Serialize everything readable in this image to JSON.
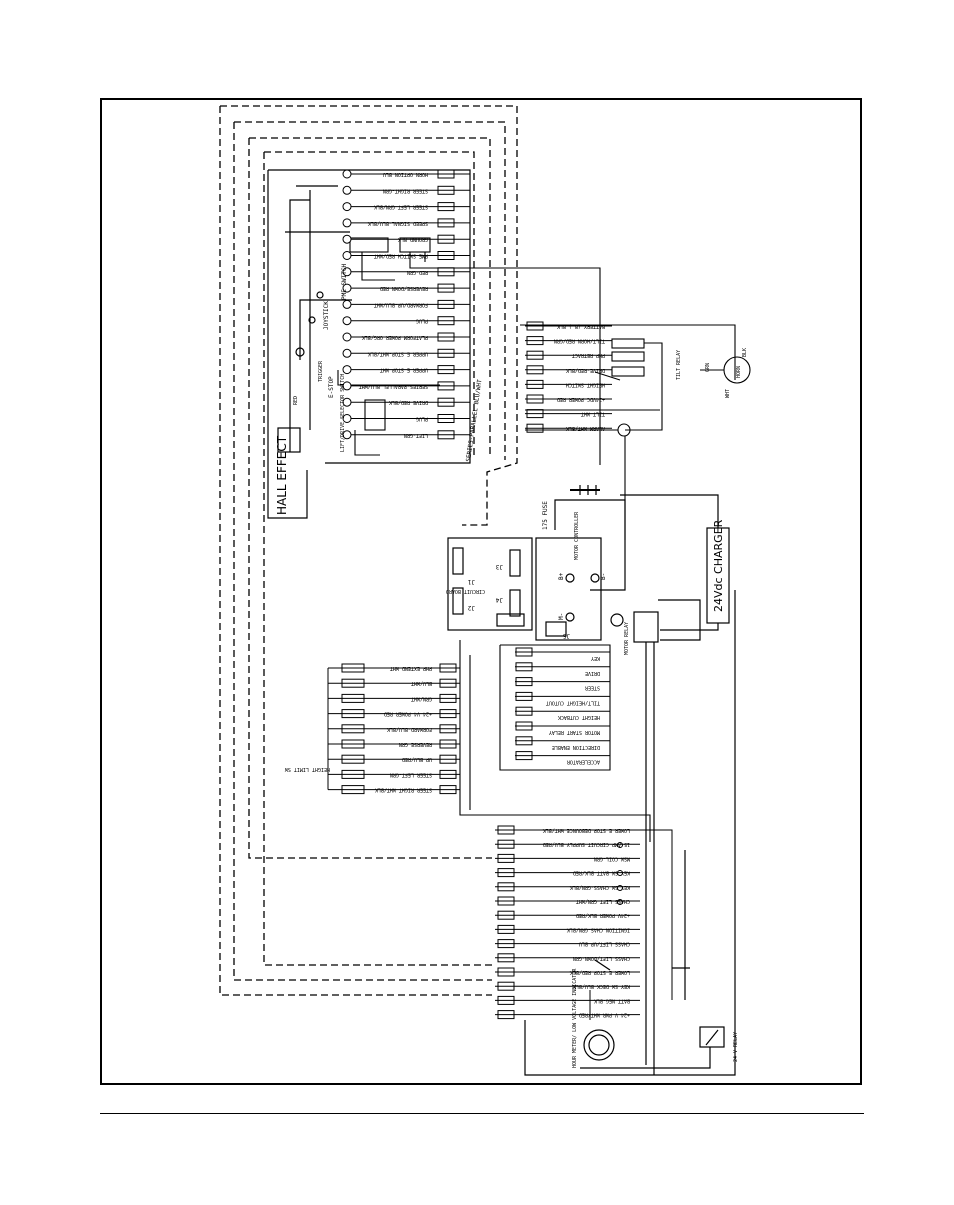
{
  "labels": {
    "hall_effect": "HALL EFFECT",
    "joystick": "JOYSTICK",
    "pme_switch": "PME SWITCH",
    "e_stop": "E-STOP",
    "lift_drive_selector": "LIFT/DRIVE SELECTOR SWITCH",
    "trigger": "TRIGGER",
    "series_parallel": "SERIES-PARALLEL BLU/WHT",
    "circuit_board": "CIRCUIT BOARD",
    "j1": "J1",
    "j2": "J2",
    "j3": "J3",
    "j4": "J4",
    "j5": "J5",
    "fuse_175": "175 FUSE",
    "motor_controller": "MOTOR CONTROLLER",
    "b_plus": "B+",
    "b_minus": "B-",
    "m_minus": "M-",
    "charger": "24Vdc CHARGER",
    "motor_relay": "MOTOR RELAY",
    "tilt_relay": "TILT RELAY",
    "horn": "HORN",
    "blk": "BLK",
    "wht": "WHT",
    "grn": "GRN",
    "red": "RED",
    "relay_24v": "24 V RELAY",
    "low_voltage_indicator": "HOUR METER/ LOW VOLTAGE INDICATOR",
    "height_limit_sw": "HEIGHT LIMIT SW"
  },
  "upper_wires": [
    "HORN OPTION-BLU",
    "STEER RIGHT-GRN",
    "STEER LEFT-GRN/BLK",
    "SPEED SIGNAL-BLU/BLK",
    "GROUND-BLK",
    "PME SWITCH-RED/WHT",
    "RED-GRN",
    "REVERSE/DOWN-RED",
    "FORWARD/UP-BLU/WHT",
    "PLUG",
    "PLATFORM POWER-ORG/BLK",
    "UPPER E STOP-WHT/BLK",
    "UPPER E STOP-WHT",
    "SERIES-PARALLEL BLU/WHT",
    "DRIVE-RED/BLK",
    "PLUG",
    "LIFT-GRN"
  ],
  "right_wires": [
    "BATTERY (B-)-BLK",
    "TILT/HORN RED/GRN",
    "PHP RETRACT",
    "DRIVE-RED/BLK",
    "HEIGHT SWITCH",
    "+24VDC POWER-RED",
    "TILT-WHT",
    "ALARM-WHT/BLK"
  ],
  "board_wires": [
    "KEY",
    "DRIVE",
    "STEER",
    "TILT/HEIGHT CUTOUT",
    "HEIGHT CUTBACK",
    "MOTOR START RELAY",
    "DIRECTION ENABLE",
    "ACCELERATOR"
  ],
  "left_wires": [
    "PHP EXTEND-WHT",
    "BLU/WHT",
    "GRN/WHT",
    "+24 V4 POWER-RED",
    "FORWARD-BLU/BLK",
    "REVERSE-GRN",
    "UP-BLU/RED",
    "STEER LEFT-GRN",
    "STEER RIGHT-WHT/BLK"
  ],
  "lower_wires": [
    "LOWER E STOP DEBOUNCE-WHT/BLK",
    "15 AMP CIRCUIT SUPPLY-BLU/RED",
    "MSW COIL-GRN",
    "KEY SW BATT-BLK/RED",
    "KEY SW CHASS-GRN/BLK",
    "CHASS LIFT-GRN/WHT",
    "+24V POWER-BLK/RED",
    "IGNITION CHAS-GRN/BLK",
    "CHASS LIFT/UP-BLU",
    "CHASS LIFT/DOWN-GRN",
    "LOWER E STOP-RED/BLK",
    "KEY SW DECK-BLU/BLK",
    "BATT NEG-BLK",
    "+24 V PWR-WHT/RED"
  ]
}
